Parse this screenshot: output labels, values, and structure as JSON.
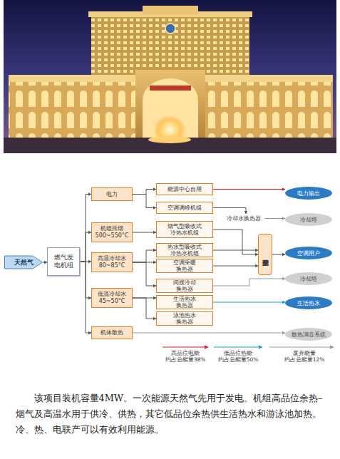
{
  "diagram": {
    "caption": "该项目装机容量4MW。一次能源天然气先用于发电。机组高品位余热–烟气及高温水用于供冷、供热，其它低品位余热供生活热水和游泳池加热。冷、热、电联产可以有效利用能源。",
    "nodes": [
      {
        "text": [
          "天然气"
        ]
      },
      {
        "text": [
          "燃气发 电机组"
        ]
      },
      {
        "text": [
          "电力"
        ]
      },
      {
        "text": [
          "机组排烟 500~550°C"
        ]
      },
      {
        "text": [
          "高温冷却水 80~85°C"
        ]
      },
      {
        "text": [
          "低温冷却水 45~50°C"
        ]
      },
      {
        "text": [
          "机体散热"
        ]
      },
      {
        "text": [
          "能源中心自用"
        ]
      },
      {
        "text": [
          "空调调峰机组"
        ]
      },
      {
        "text": [
          "烟气型吸收式 冷热水机组"
        ]
      },
      {
        "text": [
          "热水型吸收式 冷热水机组"
        ]
      },
      {
        "text": [
          "空调采暖 换热器"
        ]
      },
      {
        "text": [
          "间接冷却 换热器"
        ]
      },
      {
        "text": [
          "生活热水 换热器"
        ]
      },
      {
        "text": [
          "泳池热水 换热器"
        ]
      },
      {
        "text": [
          "冷却水换热器"
        ]
      },
      {
        "text": [
          "空调分配器"
        ]
      },
      {
        "text": [
          "电力输出"
        ]
      },
      {
        "text": [
          "冷却塔"
        ]
      },
      {
        "text": [
          "空调用户"
        ]
      },
      {
        "text": [
          "冷却塔"
        ]
      },
      {
        "text": [
          "生活热水"
        ]
      },
      {
        "text": [
          "散热消音系统"
        ]
      }
    ],
    "edges": [
      {
        "from": 0,
        "to": 1,
        "arrow": "to"
      },
      {
        "from": 1,
        "to": 2,
        "arrow": "to"
      },
      {
        "from": 1,
        "to": 3,
        "arrow": "to"
      },
      {
        "from": 1,
        "to": 4,
        "arrow": "to"
      },
      {
        "from": 1,
        "to": 5,
        "arrow": "to"
      },
      {
        "from": 1,
        "to": 6,
        "arrow": "to"
      },
      {
        "from": 2,
        "to": 7,
        "arrow": "to"
      },
      {
        "from": 2,
        "to": 8,
        "arrow": "to"
      },
      {
        "from": 7,
        "to": 17,
        "arrow": "to"
      },
      {
        "from": 8,
        "to": 15,
        "arrow": "to"
      },
      {
        "from": 15,
        "to": 18,
        "arrow": "to"
      },
      {
        "from": 3,
        "to": 9,
        "arrow": "to"
      },
      {
        "from": 9,
        "to": 16,
        "arrow": "to"
      },
      {
        "from": 4,
        "to": 10,
        "arrow": "to"
      },
      {
        "from": 4,
        "to": 11,
        "arrow": "to"
      },
      {
        "from": 4,
        "to": 12,
        "arrow": "to"
      },
      {
        "from": 5,
        "to": 13,
        "arrow": "to"
      },
      {
        "from": 5,
        "to": 14,
        "arrow": "to"
      },
      {
        "from": 10,
        "to": 16,
        "arrow": "to"
      },
      {
        "from": 11,
        "to": 16,
        "arrow": "to"
      },
      {
        "from": 16,
        "to": 19,
        "arrow": "to"
      },
      {
        "from": 12,
        "to": 20,
        "arrow": "to"
      },
      {
        "from": 13,
        "to": 21,
        "arrow": "to"
      },
      {
        "from": 6,
        "to": 22,
        "arrow": "to"
      }
    ],
    "legend": [
      {
        "text": "高品位电能 约占总能量38%"
      },
      {
        "text": "低品位热能 约占总能量50%"
      },
      {
        "text": "废弃能量 约占总能量12%"
      }
    ]
  }
}
